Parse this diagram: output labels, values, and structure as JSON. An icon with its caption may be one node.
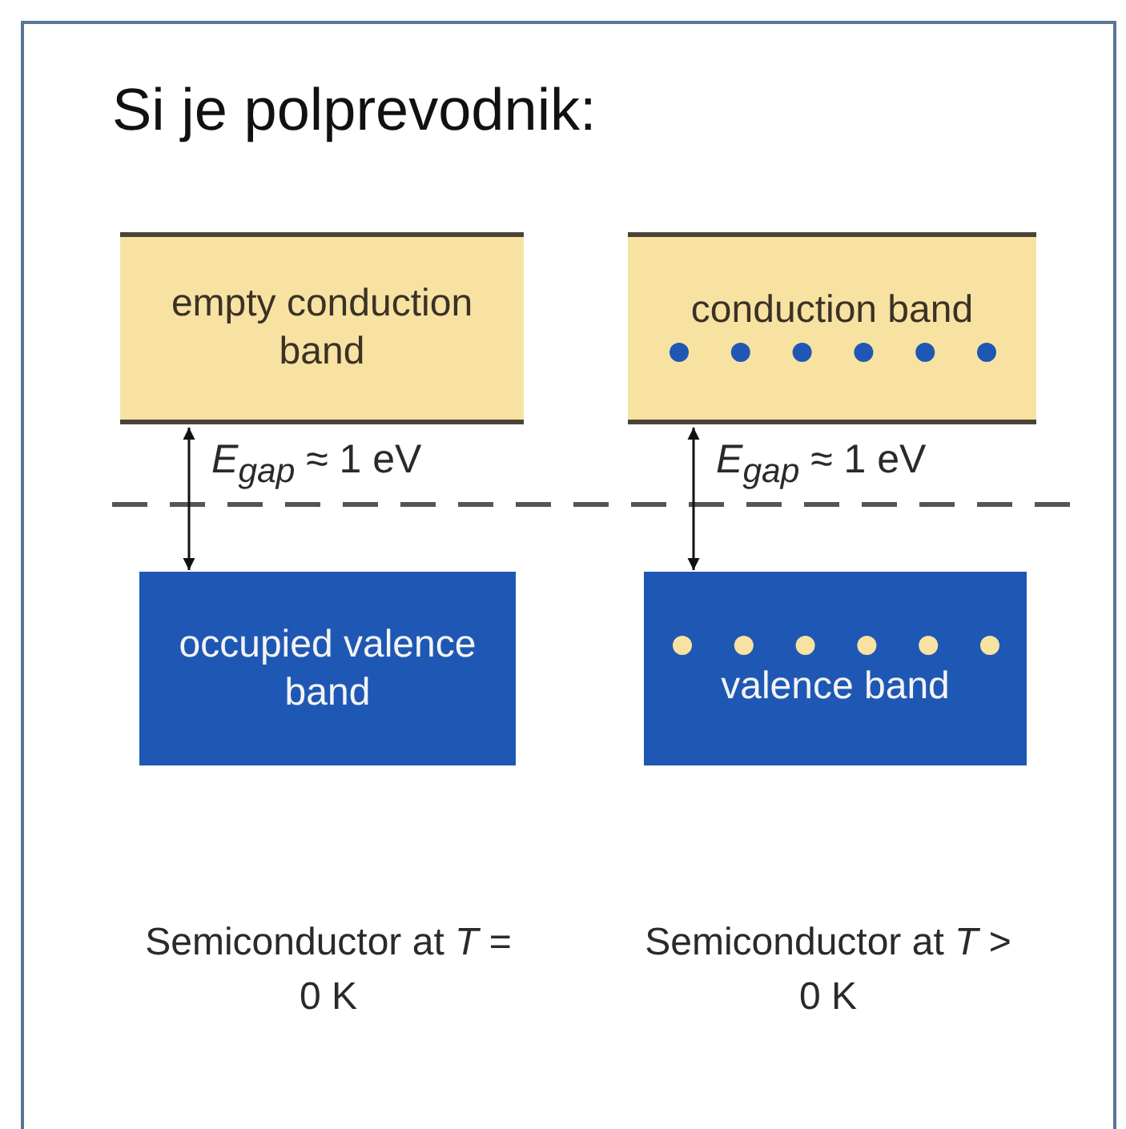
{
  "diagram": {
    "title": "Si je polprevodnik:",
    "nodes": [
      {
        "text": [
          "empty conduction band"
        ]
      },
      {
        "text": [
          "occupied valence band"
        ]
      },
      {
        "text": [
          "conduction band"
        ]
      },
      {
        "text": [
          "valence band"
        ]
      }
    ],
    "edges": [
      {
        "from": 0,
        "to": 1,
        "arrow": "both",
        "label": "*E*$_{gap}$ ≈ 1 eV"
      },
      {
        "from": 2,
        "to": 3,
        "arrow": "both",
        "label": "*E*$_{gap}$ ≈ 1 eV"
      }
    ],
    "labels": [
      "Semiconductor at *T* = 0 K",
      "Semiconductor at *T* > 0 K"
    ]
  }
}
